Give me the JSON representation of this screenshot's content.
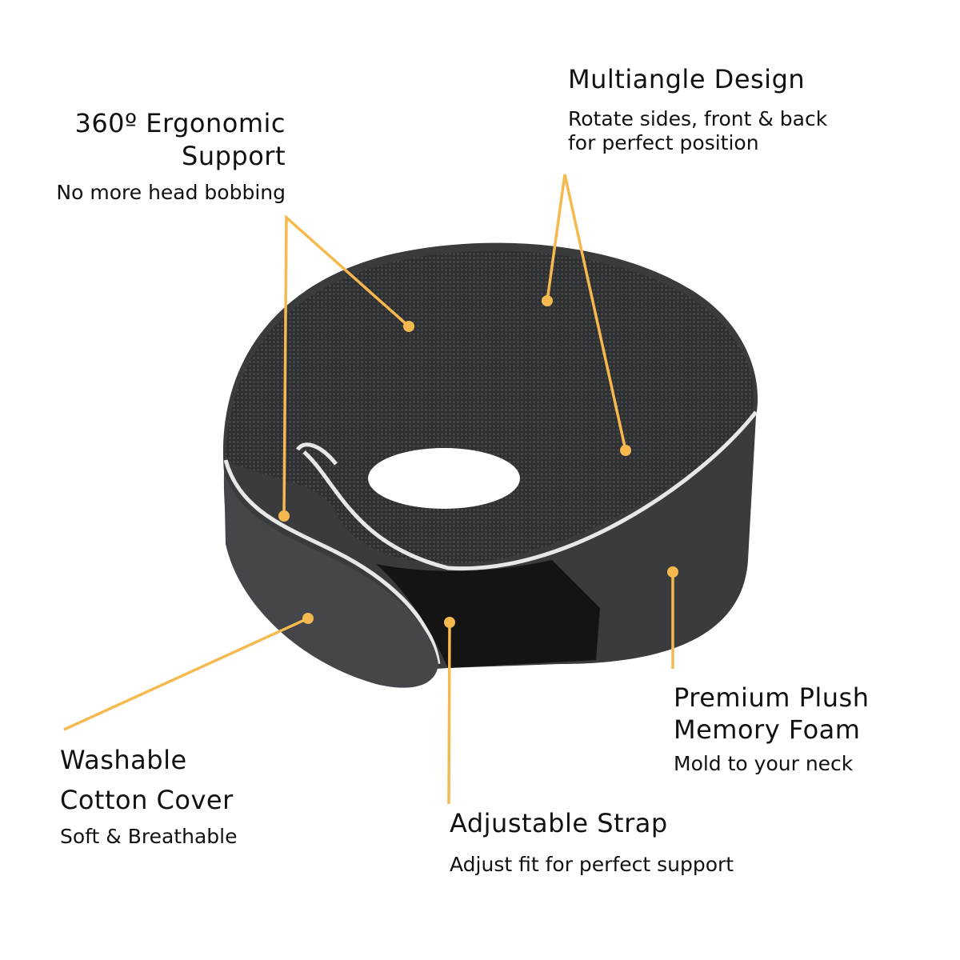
{
  "colors": {
    "accent": "#F5B94F",
    "pillow": "#3a3b3d",
    "piping": "#e8e8ea"
  },
  "features": [
    {
      "title_lines": [
        "360º Ergonomic",
        "Support"
      ],
      "subtitle": "No more head bobbing"
    },
    {
      "title_lines": [
        "Multiangle Design"
      ],
      "subtitle_lines": [
        "Rotate sides, front & back",
        "for perfect position"
      ]
    },
    {
      "title_lines": [
        "Washable",
        "Cotton Cover"
      ],
      "subtitle": "Soft & Breathable"
    },
    {
      "title_lines": [
        "Adjustable Strap"
      ],
      "subtitle": "Adjust fit for perfect support"
    },
    {
      "title_lines": [
        "Premium Plush",
        "Memory Foam"
      ],
      "subtitle": "Mold to your neck"
    }
  ]
}
